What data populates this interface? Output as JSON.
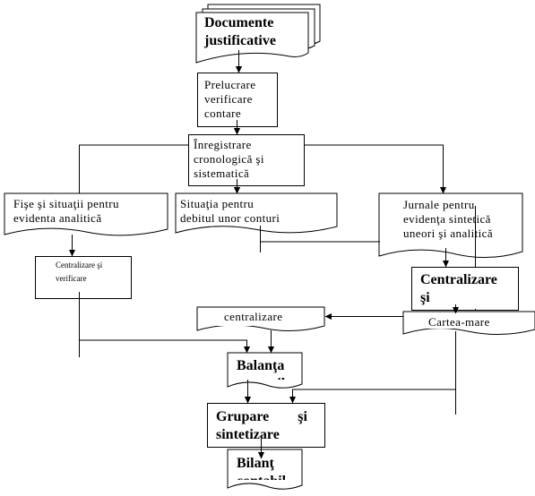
{
  "nodes": {
    "documente": {
      "text": "Documente\njustificative"
    },
    "prelucrare": {
      "text": "Prelucrare\nverificare\ncontare"
    },
    "inregistrare": {
      "text": "Înregistrare\ncronologică şi\nsistematică"
    },
    "fise": {
      "text": "Fişe şi situaţii pentru\nevidenta analitică"
    },
    "situatia_debit": {
      "text": "Situaţia pentru\ndebitul unor conturi"
    },
    "jurnale": {
      "text": "Jurnale pentru\nevidenţa sintetică\nuneori şi analitică"
    },
    "centralizare_verificare": {
      "text": "Centralizare şi\nverificare"
    },
    "centralizare_si": {
      "text": "Centralizare\nşi"
    },
    "centralizare": {
      "text": "centralizare"
    },
    "cartea_mare": {
      "text": "Cartea-mare"
    },
    "balanta": {
      "text": "Balanţa\nconturil"
    },
    "grupare": {
      "text": "Grupare        şi\nsintetizare"
    },
    "bilant": {
      "text": "Bilanţ\ncontabil"
    }
  },
  "colors": {
    "line": "#000000",
    "fill": "#ffffff",
    "text": "#000000"
  }
}
